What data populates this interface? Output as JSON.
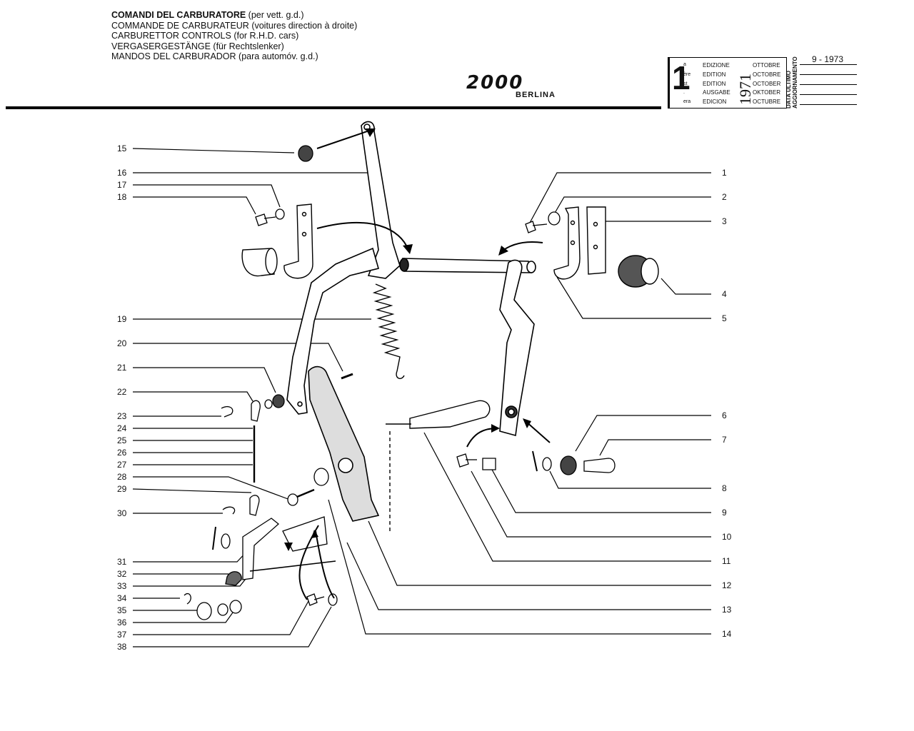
{
  "header": {
    "titles": [
      {
        "main": "COMANDI DEL CARBURATORE",
        "note": " (per vett. g.d.)"
      },
      {
        "main": "COMMANDE DE CARBURATEUR",
        "note": " (voitures direction à droite)"
      },
      {
        "main": "CARBURETTOR CONTROLS",
        "note": " (for R.H.D. cars)"
      },
      {
        "main": "VERGASERGESTÄNGE",
        "note": " (für Rechtslenker)"
      },
      {
        "main": "MANDOS DEL CARBURADOR",
        "note": " (para automóv. g.d.)"
      }
    ],
    "logo": "2000",
    "model": "BERLINA"
  },
  "edition": {
    "number": "1",
    "ordinal_suffixes": [
      "a",
      "ère",
      "st",
      ".",
      "era"
    ],
    "labels": [
      "EDIZIONE",
      "EDITION",
      "EDITION",
      "AUSGABE",
      "EDICION"
    ],
    "year": "1971",
    "months": [
      "OTTOBRE",
      "OCTOBRE",
      "OCTOBER",
      "OKTOBER",
      "OCTUBRE"
    ],
    "last_update_label": [
      "DATA ULTIMO",
      "AGGIORNAMENTO"
    ],
    "last_update": "9 - 1973"
  },
  "callouts_left": [
    "15",
    "16",
    "17",
    "18",
    "19",
    "20",
    "21",
    "22",
    "23",
    "24",
    "25",
    "26",
    "27",
    "28",
    "29",
    "30",
    "31",
    "32",
    "33",
    "34",
    "35",
    "36",
    "37",
    "38"
  ],
  "callouts_right": [
    "1",
    "2",
    "3",
    "4",
    "5",
    "6",
    "7",
    "8",
    "9",
    "10",
    "11",
    "12",
    "13",
    "14"
  ]
}
